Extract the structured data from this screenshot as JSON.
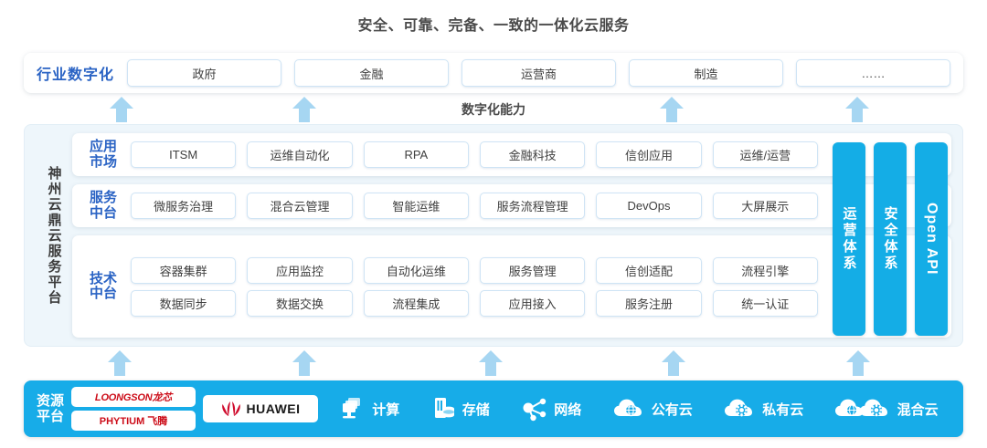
{
  "title": "安全、可靠、完备、一致的一体化云服务",
  "industry": {
    "label": "行业数字化",
    "items": [
      {
        "label": "政府"
      },
      {
        "label": "金融"
      },
      {
        "label": "运营商"
      },
      {
        "label": "制造"
      },
      {
        "label": "……"
      }
    ]
  },
  "capability_label": "数字化能力",
  "core": {
    "vertical_label": "神州云鼎云服务平台",
    "rows": [
      {
        "label_line1": "应用",
        "label_line2": "市场",
        "cells": [
          [
            "ITSM",
            "运维自动化",
            "RPA",
            "金融科技",
            "信创应用",
            "运维/运营"
          ]
        ]
      },
      {
        "label_line1": "服务",
        "label_line2": "中台",
        "cells": [
          [
            "微服务治理",
            "混合云管理",
            "智能运维",
            "服务流程管理",
            "DevOps",
            "大屏展示"
          ]
        ]
      },
      {
        "label_line1": "技术",
        "label_line2": "中台",
        "cells": [
          [
            "容器集群",
            "应用监控",
            "自动化运维",
            "服务管理",
            "信创适配",
            "流程引擎"
          ],
          [
            "数据同步",
            "数据交换",
            "流程集成",
            "应用接入",
            "服务注册",
            "统一认证"
          ]
        ]
      }
    ],
    "pillars": [
      {
        "label": "运营体系",
        "script": "cjk"
      },
      {
        "label": "安全体系",
        "script": "cjk"
      },
      {
        "label": "Open API",
        "script": "latin"
      }
    ]
  },
  "resource": {
    "label_line1": "资源",
    "label_line2": "平台",
    "vendors": [
      {
        "name": "LOONGSON龙芯",
        "icon": "loongson-logo"
      },
      {
        "name": "PHYTIUM 飞腾",
        "icon": "phytium-logo"
      }
    ],
    "huawei": {
      "name": "HUAWEI",
      "icon": "huawei-logo"
    },
    "items": [
      {
        "label": "计算",
        "icon": "compute-icon"
      },
      {
        "label": "存储",
        "icon": "storage-icon"
      },
      {
        "label": "网络",
        "icon": "network-icon"
      },
      {
        "label": "公有云",
        "icon": "public-cloud-icon"
      },
      {
        "label": "私有云",
        "icon": "private-cloud-icon"
      },
      {
        "label": "混合云",
        "icon": "hybrid-cloud-icon"
      }
    ]
  },
  "colors": {
    "brand_blue": "#17ace8",
    "pillar_blue": "#14ade6",
    "arrow_blue": "#a6d6f2",
    "label_blue": "#2a63c4",
    "panel_bg": "#eef6fb",
    "vendor_red": "#cc0c18"
  },
  "arrows": {
    "upper_count": 4,
    "lower_count": 5
  }
}
